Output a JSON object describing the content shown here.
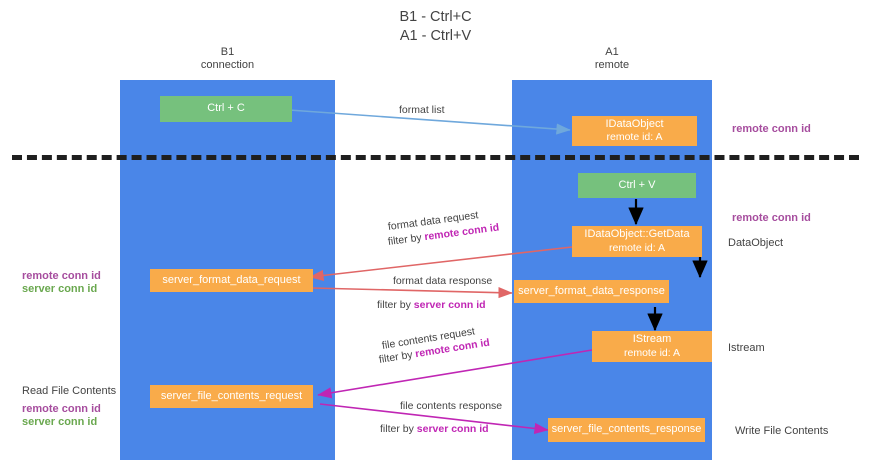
{
  "title": {
    "line1": "B1 - Ctrl+C",
    "line2": "A1 - Ctrl+V"
  },
  "lanes": [
    {
      "id": "b1",
      "name": "B1",
      "sub": "connection",
      "color": "#4a86e8"
    },
    {
      "id": "a1",
      "name": "A1",
      "sub": "remote",
      "color": "#4a86e8"
    }
  ],
  "colors": {
    "lane": "#4a86e8",
    "node_orange": "#f9ab4a",
    "node_green": "#76c17d",
    "remote_conn_id": "#a64d9e",
    "server_conn_id": "#6aa84f",
    "arrow_blue": "#6fa8dc",
    "arrow_red": "#e06666",
    "arrow_magenta": "#c026b4",
    "arrow_black": "#000000",
    "text": "#434343"
  },
  "nodes": {
    "ctrl_c": {
      "label": "Ctrl + C",
      "kind": "green"
    },
    "idataobject": {
      "line1": "IDataObject",
      "line2": "remote id: A",
      "kind": "orange"
    },
    "ctrl_v": {
      "label": "Ctrl + V",
      "kind": "green"
    },
    "getdata": {
      "line1": "IDataObject::GetData",
      "line2": "remote id: A",
      "kind": "orange"
    },
    "server_format_data_request": {
      "label": "server_format_data_request",
      "kind": "orange"
    },
    "server_format_data_response": {
      "label": "server_format_data_response",
      "kind": "orange"
    },
    "istream": {
      "line1": "IStream",
      "line2": "remote id: A",
      "kind": "orange"
    },
    "server_file_contents_request": {
      "label": "server_file_contents_request",
      "kind": "orange"
    },
    "server_file_contents_response": {
      "label": "server_file_contents_response",
      "kind": "orange"
    }
  },
  "edge_labels": {
    "format_list": "format list",
    "format_data_request": "format data request",
    "format_data_request_filter_prefix": "filter by ",
    "format_data_request_filter_value": "remote conn id",
    "format_data_response": "format data response",
    "format_data_response_filter_prefix": "filter by ",
    "format_data_response_filter_value": "server conn id",
    "file_contents_request": "file contents request",
    "file_contents_request_filter_prefix": "filter by ",
    "file_contents_request_filter_value": "remote conn id",
    "file_contents_response": "file contents response",
    "file_contents_response_filter_prefix": "filter by ",
    "file_contents_response_filter_value": "server conn id"
  },
  "annotations": {
    "right_remote_conn_id_top": "remote conn id",
    "right_remote_conn_id_mid": "remote conn id",
    "right_dataobject": "DataObject",
    "right_istream": "Istream",
    "right_write_file_contents": "Write File Contents",
    "left_remote_conn_id": "remote conn id",
    "left_server_conn_id": "server conn id",
    "left_read_file_contents": "Read File Contents",
    "left_remote_conn_id_2": "remote conn id",
    "left_server_conn_id_2": "server conn id"
  }
}
